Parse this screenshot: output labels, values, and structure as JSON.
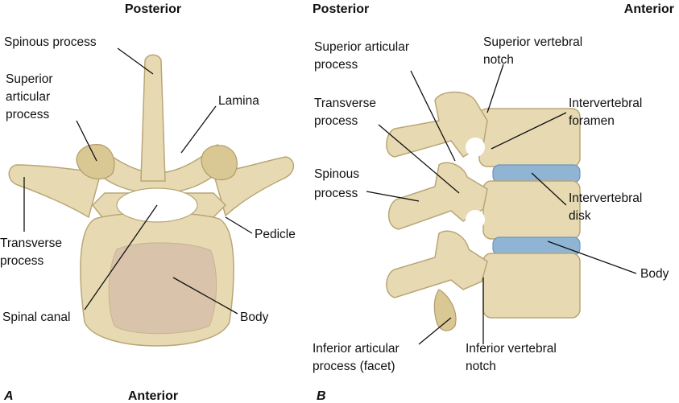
{
  "panel_a": {
    "figure_letter": "A",
    "top_orientation": "Posterior",
    "bottom_orientation": "Anterior",
    "labels": {
      "spinous_process": "Spinous process",
      "superior_articular_process": [
        "Superior",
        "articular",
        "process"
      ],
      "lamina": "Lamina",
      "transverse_process": [
        "Transverse",
        "process"
      ],
      "pedicle": "Pedicle",
      "spinal_canal": "Spinal canal",
      "body": "Body"
    }
  },
  "panel_b": {
    "figure_letter": "B",
    "left_orientation": "Posterior",
    "right_orientation": "Anterior",
    "labels": {
      "superior_articular_process": [
        "Superior articular",
        "process"
      ],
      "superior_vertebral_notch": [
        "Superior vertebral",
        "notch"
      ],
      "transverse_process": [
        "Transverse",
        "process"
      ],
      "intervertebral_foramen": [
        "Intervertebral",
        "foramen"
      ],
      "spinous_process": [
        "Spinous",
        "process"
      ],
      "intervertebral_disk": [
        "Intervertebral",
        "disk"
      ],
      "body": "Body",
      "inferior_articular_process": [
        "Inferior articular",
        "process (facet)"
      ],
      "inferior_vertebral_notch": [
        "Inferior vertebral",
        "notch"
      ]
    }
  },
  "colors": {
    "bone": "#e7dab2",
    "cancellous_bone": "#d9c3aa",
    "disk": "#8fb4d4"
  }
}
